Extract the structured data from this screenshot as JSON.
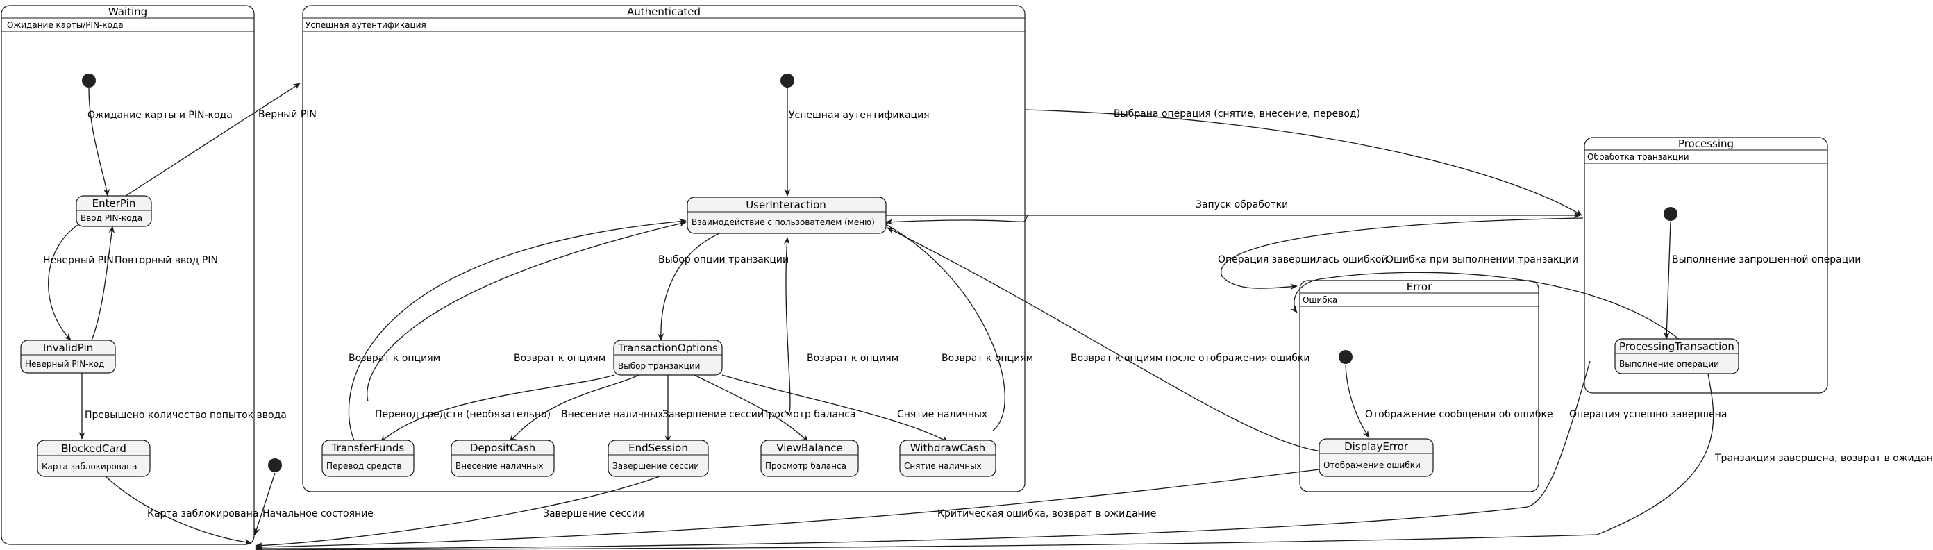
{
  "composites": {
    "waiting": {
      "title": "Waiting",
      "desc": "Ожидание карты/PIN-кода"
    },
    "authenticated": {
      "title": "Authenticated",
      "desc": "Успешная аутентификация"
    },
    "processing": {
      "title": "Processing",
      "desc": "Обработка транзакции"
    },
    "error": {
      "title": "Error",
      "desc": "Ошибка"
    }
  },
  "states": {
    "enter_pin": {
      "name": "EnterPin",
      "desc": "Ввод PIN-кода"
    },
    "invalid_pin": {
      "name": "InvalidPin",
      "desc": "Неверный PIN-код"
    },
    "blocked_card": {
      "name": "BlockedCard",
      "desc": "Карта заблокирована"
    },
    "user_interaction": {
      "name": "UserInteraction",
      "desc": "Взаимодействие с пользователем (меню)"
    },
    "transaction_options": {
      "name": "TransactionOptions",
      "desc": "Выбор транзакции"
    },
    "transfer_funds": {
      "name": "TransferFunds",
      "desc": "Перевод средств"
    },
    "deposit_cash": {
      "name": "DepositCash",
      "desc": "Внесение наличных"
    },
    "end_session": {
      "name": "EndSession",
      "desc": "Завершение сессии"
    },
    "view_balance": {
      "name": "ViewBalance",
      "desc": "Просмотр баланса"
    },
    "withdraw_cash": {
      "name": "WithdrawCash",
      "desc": "Снятие наличных"
    },
    "processing_transaction": {
      "name": "ProcessingTransaction",
      "desc": "Выполнение операции"
    },
    "display_error": {
      "name": "DisplayError",
      "desc": "Отображение ошибки"
    }
  },
  "edges": {
    "waiting_init": "Ожидание карты и PIN-кода",
    "correct_pin": "Верный PIN",
    "wrong_pin": "Неверный PIN",
    "retry_pin": "Повторный ввод PIN",
    "too_many": "Превышено количество попыток ввода",
    "card_blocked": "Карта заблокирована",
    "initial_state": "Начальное состояние",
    "auth_init": "Успешная аутентификация",
    "start_processing": "Запуск обработки",
    "choose_options": "Выбор опций транзакции",
    "back_1": "Возврат к опциям",
    "back_2": "Возврат к опциям",
    "back_3": "Возврат к опциям",
    "back_4": "Возврат к опциям",
    "transfer": "Перевод средств (необязательно)",
    "deposit": "Внесение наличных",
    "end_session": "Завершение сессии",
    "view_balance": "Просмотр баланса",
    "withdraw": "Снятие наличных",
    "session_end_wait": "Завершение сессии",
    "op_selected": "Выбрана операция (снятие, внесение, перевод)",
    "op_error": "Операция завершилась ошибкой",
    "tx_error": "Ошибка при выполнении транзакции",
    "proc_init": "Выполнение запрошенной операции",
    "back_after_error": "Возврат к опциям после отображения ошибки",
    "error_init": "Отображение сообщения об ошибке",
    "op_success": "Операция успешно завершена",
    "tx_done": "Транзакция завершена, возврат в ожидание",
    "critical_error": "Критическая ошибка, возврат в ожидание"
  }
}
